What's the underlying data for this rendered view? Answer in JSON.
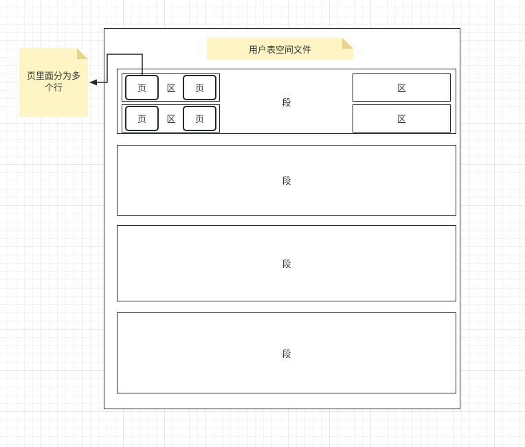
{
  "diagram": {
    "tablespace_title": "用户表空间文件",
    "row_note": "页里面分为多个行",
    "segment_label": "段",
    "extent_label": "区",
    "page_label": "页"
  }
}
